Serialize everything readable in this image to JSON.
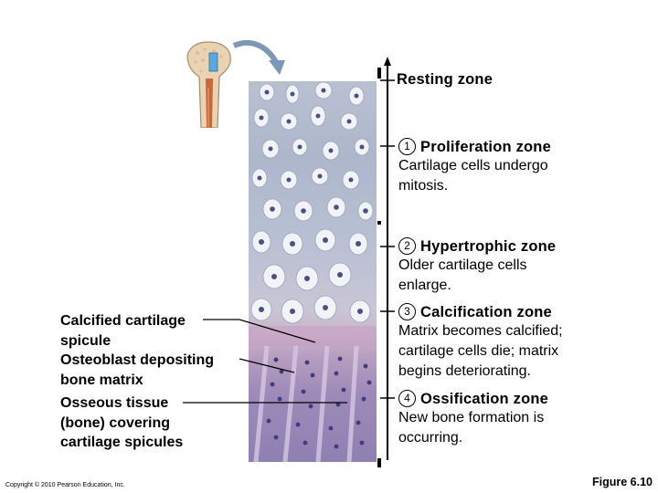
{
  "zones": [
    {
      "number": "",
      "title": "Resting zone",
      "description": ""
    },
    {
      "number": "1",
      "title": "Proliferation zone",
      "description": "Cartilage cells undergo mitosis.",
      "desc_lines": [
        "Cartilage cells undergo",
        "mitosis."
      ]
    },
    {
      "number": "2",
      "title": "Hypertrophic zone",
      "description": "Older cartilage cells enlarge.",
      "desc_lines": [
        "Older cartilage cells",
        "enlarge."
      ]
    },
    {
      "number": "3",
      "title": "Calcification zone",
      "description": "Matrix becomes calcified; cartilage cells die; matrix begins deteriorating.",
      "desc_lines": [
        "Matrix becomes calcified;",
        "cartilage cells die; matrix",
        "begins deteriorating."
      ]
    },
    {
      "number": "4",
      "title": "Ossification zone",
      "description": "New bone formation is occurring.",
      "desc_lines": [
        "New bone formation is",
        "occurring."
      ]
    }
  ],
  "left_labels": {
    "calcified": [
      "Calcified cartilage",
      "spicule"
    ],
    "osteoblast": [
      "Osteoblast depositing",
      "bone matrix"
    ],
    "osseous": [
      "Osseous tissue",
      "(bone) covering",
      "cartilage spicules"
    ]
  },
  "copyright": "Copyright © 2010 Pearson Education, Inc.",
  "figure_number": "Figure 6.10",
  "colors": {
    "micrograph_cartilage": "#b8c0d0",
    "micrograph_bone": "#8f80b2",
    "arrow": "#7d97b6",
    "bone_tan": "#e8c9a3",
    "marrow_red": "#c8683a",
    "highlight_blue": "#59a9e0"
  }
}
